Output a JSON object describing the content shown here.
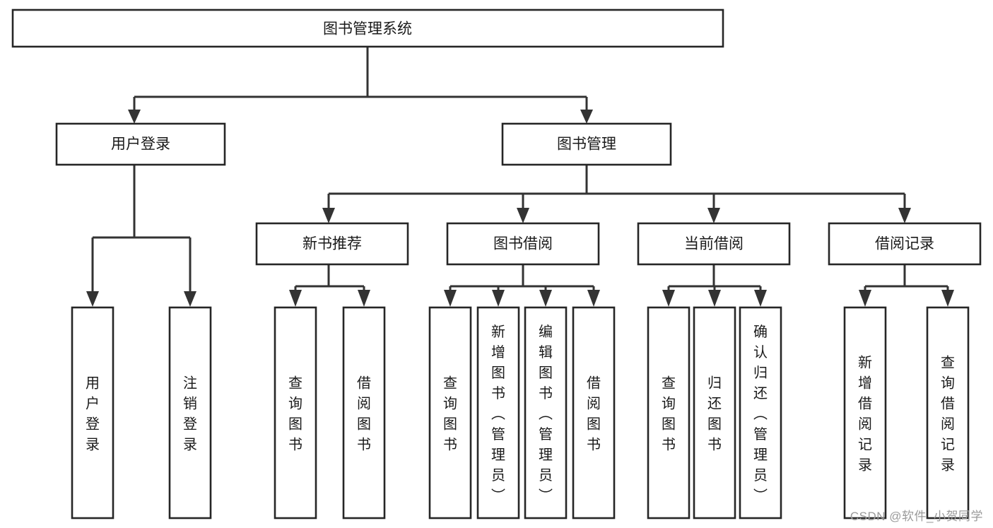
{
  "diagram": {
    "title": "图书管理系统",
    "type": "tree",
    "orientation": "top-down",
    "watermark": "CSDN @软件_小贺同学",
    "colors": {
      "box_stroke": "#262626",
      "box_fill": "#ffffff",
      "connector": "#333333",
      "text": "#1a1a1a",
      "watermark": "#9a9a9a",
      "background": "#ffffff"
    },
    "nodes": {
      "root": {
        "label": "图书管理系统",
        "level": 0,
        "text_orientation": "horizontal"
      },
      "user_login": {
        "label": "用户登录",
        "level": 1,
        "text_orientation": "horizontal"
      },
      "book_manage": {
        "label": "图书管理",
        "level": 1,
        "text_orientation": "horizontal"
      },
      "new_book_rec": {
        "label": "新书推荐",
        "level": 2,
        "text_orientation": "horizontal"
      },
      "book_borrow": {
        "label": "图书借阅",
        "level": 2,
        "text_orientation": "horizontal"
      },
      "current_borrow": {
        "label": "当前借阅",
        "level": 2,
        "text_orientation": "horizontal"
      },
      "borrow_record": {
        "label": "借阅记录",
        "level": 2,
        "text_orientation": "horizontal"
      },
      "leaf_user_login": {
        "label": "用户登录",
        "level": 2,
        "text_orientation": "vertical"
      },
      "leaf_logout": {
        "label": "注销登录",
        "level": 2,
        "text_orientation": "vertical"
      },
      "leaf_query_book_1": {
        "label": "查询图书",
        "level": 3,
        "text_orientation": "vertical"
      },
      "leaf_borrow_book_1": {
        "label": "借阅图书",
        "level": 3,
        "text_orientation": "vertical"
      },
      "leaf_query_book_2": {
        "label": "查询图书",
        "level": 3,
        "text_orientation": "vertical"
      },
      "leaf_add_book": {
        "label": "新增图书（管理员）",
        "level": 3,
        "text_orientation": "vertical"
      },
      "leaf_edit_book": {
        "label": "编辑图书（管理员）",
        "level": 3,
        "text_orientation": "vertical"
      },
      "leaf_borrow_book_2": {
        "label": "借阅图书",
        "level": 3,
        "text_orientation": "vertical"
      },
      "leaf_query_book_3": {
        "label": "查询图书",
        "level": 3,
        "text_orientation": "vertical"
      },
      "leaf_return_book": {
        "label": "归还图书",
        "level": 3,
        "text_orientation": "vertical"
      },
      "leaf_confirm_return": {
        "label": "确认归还（管理员）",
        "level": 3,
        "text_orientation": "vertical"
      },
      "leaf_add_record": {
        "label": "新增借阅记录",
        "level": 3,
        "text_orientation": "vertical"
      },
      "leaf_query_record": {
        "label": "查询借阅记录",
        "level": 3,
        "text_orientation": "vertical"
      }
    },
    "edges": [
      {
        "from": "root",
        "to": "user_login"
      },
      {
        "from": "root",
        "to": "book_manage"
      },
      {
        "from": "user_login",
        "to": "leaf_user_login"
      },
      {
        "from": "user_login",
        "to": "leaf_logout"
      },
      {
        "from": "book_manage",
        "to": "new_book_rec"
      },
      {
        "from": "book_manage",
        "to": "book_borrow"
      },
      {
        "from": "book_manage",
        "to": "current_borrow"
      },
      {
        "from": "book_manage",
        "to": "borrow_record"
      },
      {
        "from": "new_book_rec",
        "to": "leaf_query_book_1"
      },
      {
        "from": "new_book_rec",
        "to": "leaf_borrow_book_1"
      },
      {
        "from": "book_borrow",
        "to": "leaf_query_book_2"
      },
      {
        "from": "book_borrow",
        "to": "leaf_add_book"
      },
      {
        "from": "book_borrow",
        "to": "leaf_edit_book"
      },
      {
        "from": "book_borrow",
        "to": "leaf_borrow_book_2"
      },
      {
        "from": "current_borrow",
        "to": "leaf_query_book_3"
      },
      {
        "from": "current_borrow",
        "to": "leaf_return_book"
      },
      {
        "from": "current_borrow",
        "to": "leaf_confirm_return"
      },
      {
        "from": "borrow_record",
        "to": "leaf_add_record"
      },
      {
        "from": "borrow_record",
        "to": "leaf_query_record"
      }
    ]
  }
}
